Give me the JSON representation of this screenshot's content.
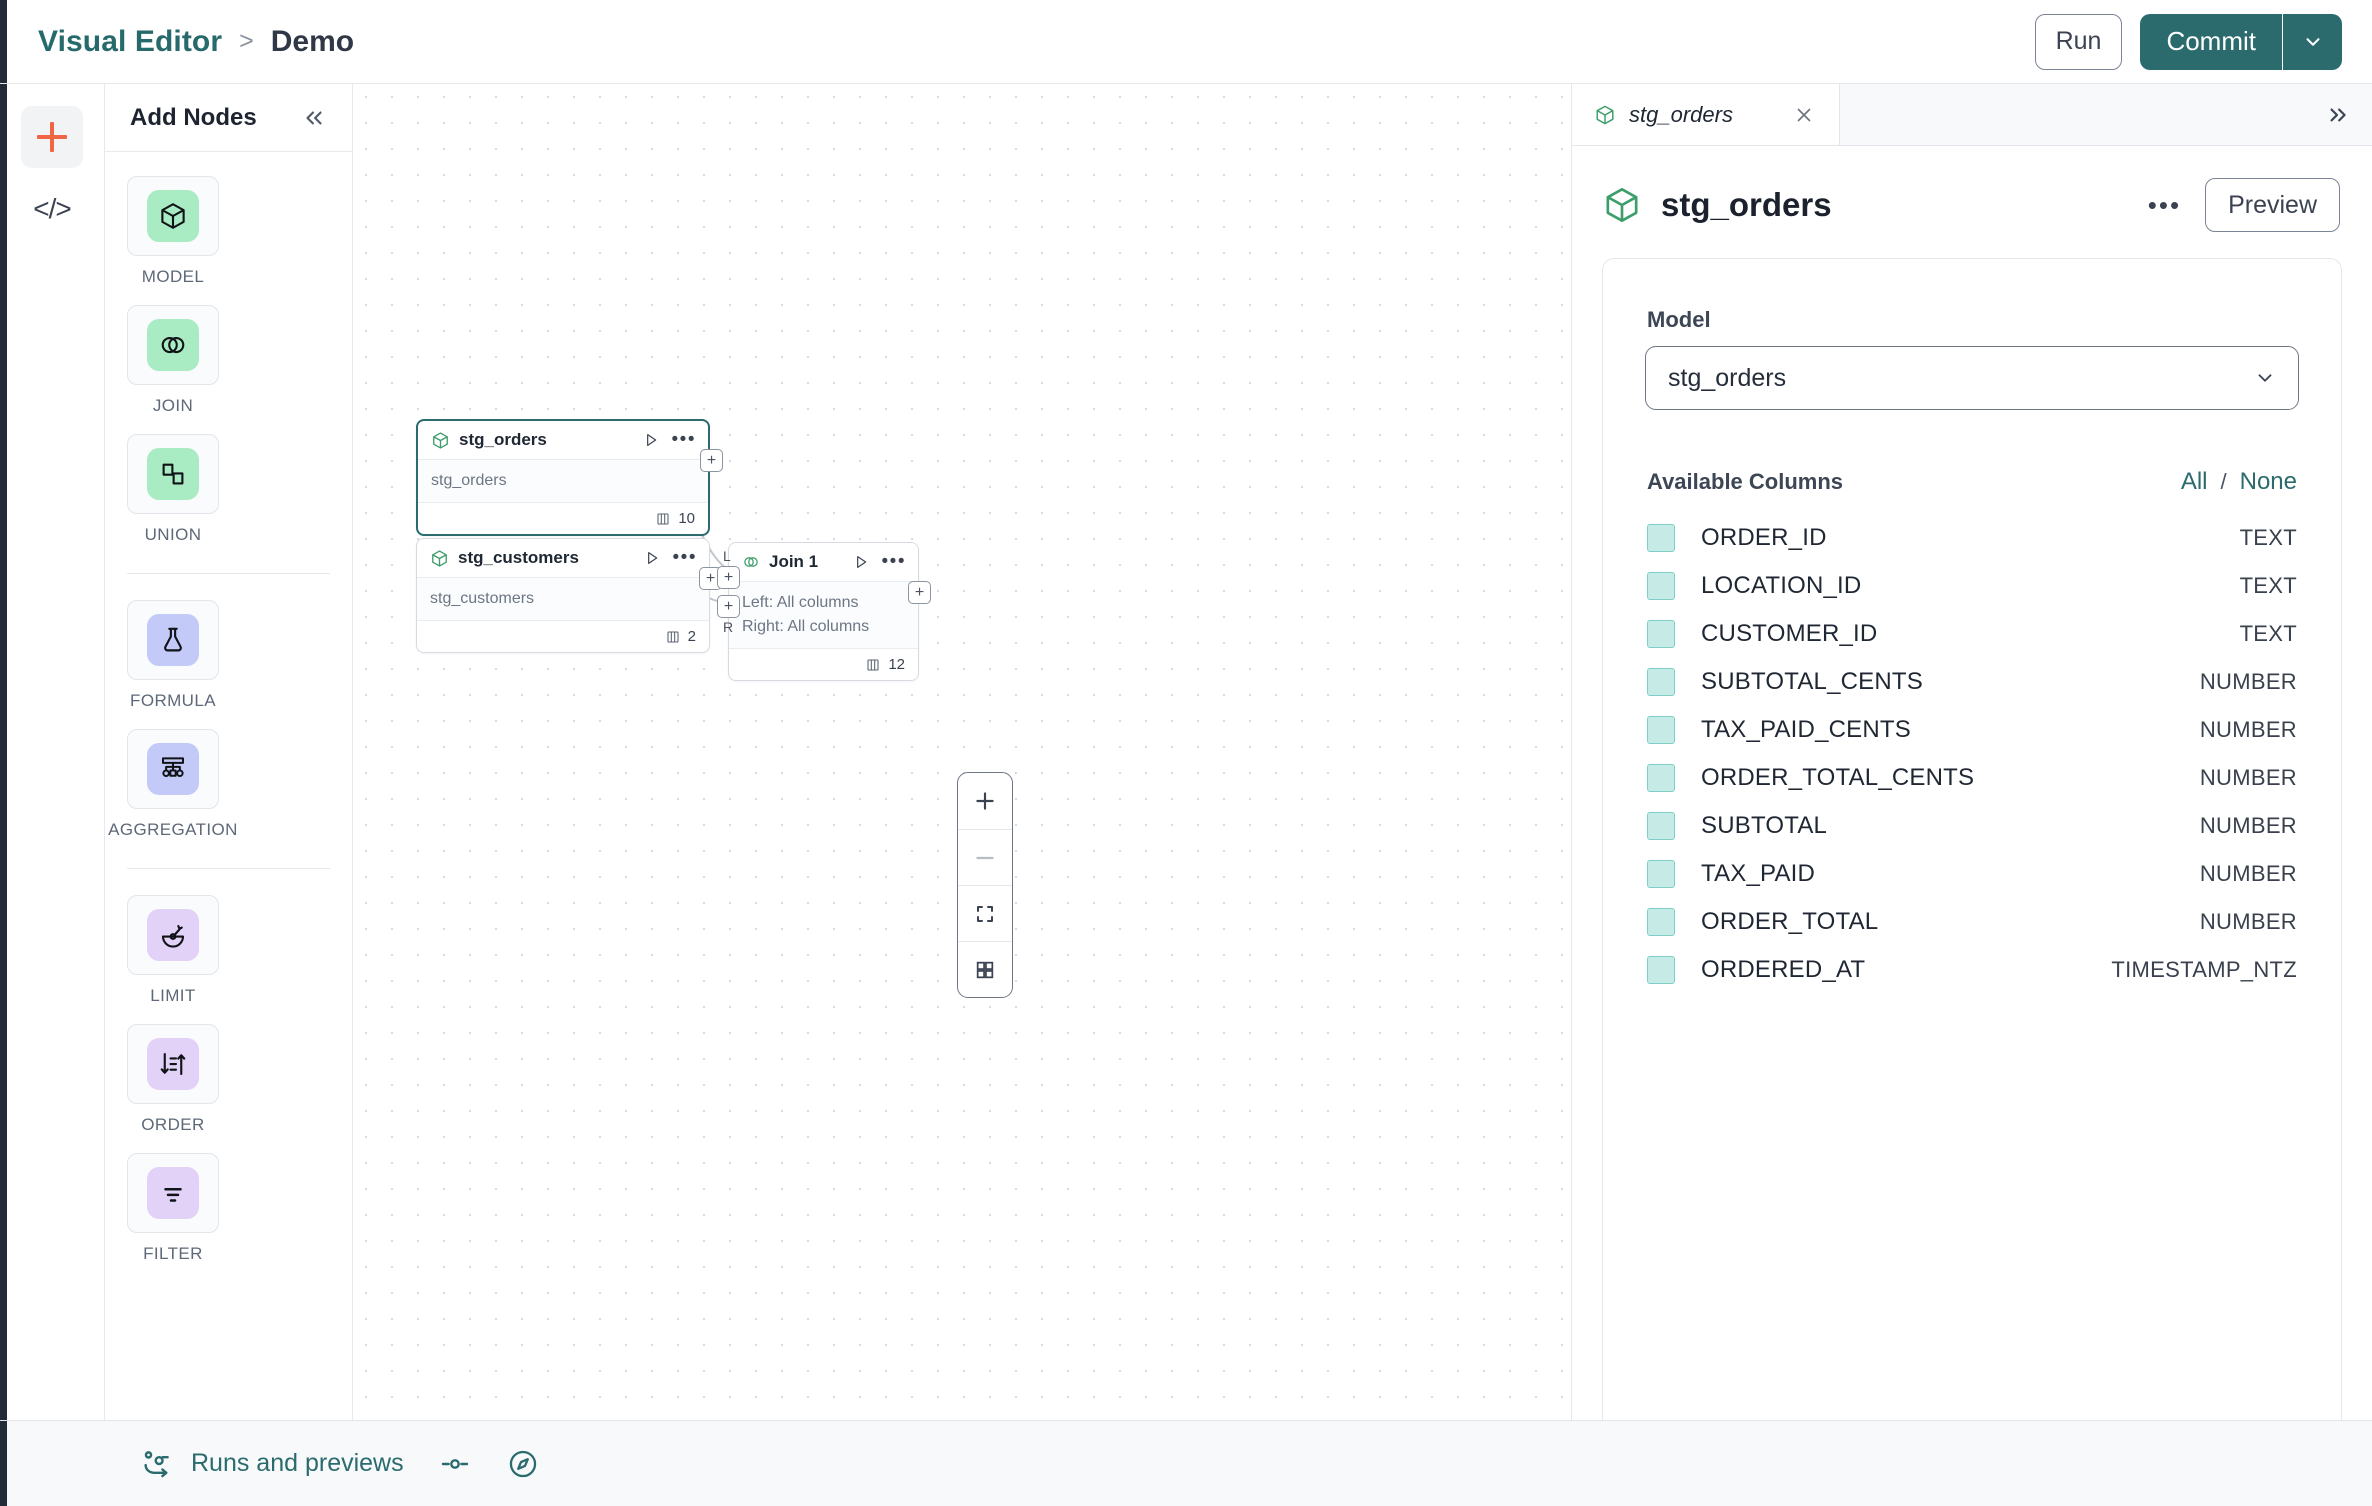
{
  "topbar": {
    "breadcrumb_root": "Visual Editor",
    "breadcrumb_sep": ">",
    "breadcrumb_leaf": "Demo",
    "run_label": "Run",
    "commit_label": "Commit",
    "commit_caret_icon": "chevron-down-icon"
  },
  "rail": {
    "items": [
      {
        "icon": "plus-icon",
        "active": true
      },
      {
        "icon": "code-icon",
        "label": "</>",
        "active": false
      }
    ]
  },
  "nodes_panel": {
    "title": "Add Nodes",
    "collapse_icon": "chevron-double-left-icon",
    "groups": [
      {
        "items": [
          {
            "label": "MODEL",
            "icon": "cube-icon",
            "chip": "chip-green"
          },
          {
            "label": "JOIN",
            "icon": "venn-icon",
            "chip": "chip-green"
          },
          {
            "label": "UNION",
            "icon": "union-icon",
            "chip": "chip-green"
          }
        ]
      },
      {
        "items": [
          {
            "label": "FORMULA",
            "icon": "flask-icon",
            "chip": "chip-blue"
          },
          {
            "label": "AGGREGATION",
            "icon": "aggregation-icon",
            "chip": "chip-blue"
          }
        ]
      },
      {
        "items": [
          {
            "label": "LIMIT",
            "icon": "limit-icon",
            "chip": "chip-purple"
          },
          {
            "label": "ORDER",
            "icon": "order-icon",
            "chip": "chip-purple"
          },
          {
            "label": "FILTER",
            "icon": "filter-icon",
            "chip": "chip-purple"
          }
        ]
      }
    ]
  },
  "canvas": {
    "nodes": [
      {
        "id": "stg_orders",
        "title": "stg_orders",
        "subtitle": "stg_orders",
        "column_count": "10",
        "selected": true,
        "icon": "cube-icon"
      },
      {
        "id": "stg_customers",
        "title": "stg_customers",
        "subtitle": "stg_customers",
        "column_count": "2",
        "selected": false,
        "icon": "cube-icon"
      },
      {
        "id": "join_1",
        "title": "Join 1",
        "subtitle_left": "Left: All columns",
        "subtitle_right": "Right: All columns",
        "column_count": "12",
        "port_left_label": "L",
        "port_right_label": "R",
        "selected": false,
        "icon": "venn-icon"
      }
    ],
    "port_symbol": "+",
    "zoom_controls": [
      {
        "icon": "zoom-in-icon"
      },
      {
        "icon": "zoom-out-icon"
      },
      {
        "icon": "fit-view-icon"
      },
      {
        "icon": "minimap-icon"
      }
    ]
  },
  "right_panel": {
    "tab": {
      "label": "stg_orders",
      "icon": "cube-icon",
      "close_icon": "close-icon"
    },
    "expand_icon": "chevron-double-right-icon",
    "header": {
      "title": "stg_orders",
      "icon": "cube-icon",
      "menu_icon": "ellipsis-icon",
      "preview_label": "Preview"
    },
    "model_field": {
      "label": "Model",
      "value": "stg_orders",
      "caret_icon": "chevron-down-icon"
    },
    "columns_section": {
      "title": "Available Columns",
      "all_label": "All",
      "separator": "/",
      "none_label": "None",
      "columns": [
        {
          "name": "ORDER_ID",
          "type": "TEXT"
        },
        {
          "name": "LOCATION_ID",
          "type": "TEXT"
        },
        {
          "name": "CUSTOMER_ID",
          "type": "TEXT"
        },
        {
          "name": "SUBTOTAL_CENTS",
          "type": "NUMBER"
        },
        {
          "name": "TAX_PAID_CENTS",
          "type": "NUMBER"
        },
        {
          "name": "ORDER_TOTAL_CENTS",
          "type": "NUMBER"
        },
        {
          "name": "SUBTOTAL",
          "type": "NUMBER"
        },
        {
          "name": "TAX_PAID",
          "type": "NUMBER"
        },
        {
          "name": "ORDER_TOTAL",
          "type": "NUMBER"
        },
        {
          "name": "ORDERED_AT",
          "type": "TIMESTAMP_NTZ"
        }
      ]
    }
  },
  "footer": {
    "runs_label": "Runs and previews",
    "runs_icon": "flow-icon",
    "toggle_icon": "slider-icon",
    "compass_icon": "compass-icon"
  },
  "colors": {
    "accent_teal": "#2b6b6e",
    "accent_orange": "#f06543",
    "chip_green": "#a9ebc3",
    "chip_blue": "#c3caf7",
    "chip_purple": "#e3d2f7",
    "checkbox_fill": "#c6ebe7"
  }
}
